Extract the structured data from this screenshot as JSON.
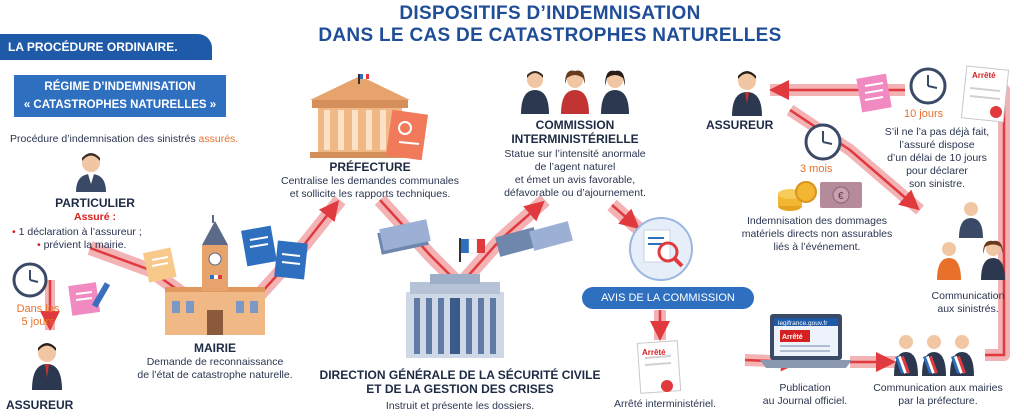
{
  "title_line1": "DISPOSITIFS D’INDEMNISATION",
  "title_line2": "DANS LE CAS DE CATASTROPHES NATURELLES",
  "tab_label": "LA PROCÉDURE ORDINAIRE.",
  "regime_line1": "RÉGIME D’INDEMNISATION",
  "regime_line2": "« CATASTROPHES NATURELLES »",
  "intro_prefix": "Procédure d’indemnisation des sinistrés ",
  "intro_highlight": "assurés.",
  "particulier": {
    "title": "PARTICULIER",
    "subtitle": "Assuré :",
    "items": [
      "1 déclaration à l’assureur ;",
      "prévient la mairie."
    ]
  },
  "delay_5": {
    "line1": "Dans les",
    "line2": "5 jours"
  },
  "assureur_bottom": "ASSUREUR",
  "prefecture": {
    "title": "PRÉFECTURE",
    "line1": "Centralise les demandes communales",
    "line2": "et sollicite les rapports techniques."
  },
  "commission": {
    "title1": "COMMISSION",
    "title2": "INTERMINISTÉRIELLE",
    "desc": [
      "Statue sur l’intensité anormale",
      "de l’agent naturel",
      "et émet un avis favorable,",
      "défavorable ou d’ajournement."
    ]
  },
  "mairie": {
    "title": "MAIRIE",
    "line1": "Demande de reconnaissance",
    "line2": "de l’état de catastrophe naturelle."
  },
  "dgscgc": {
    "title1": "DIRECTION GÉNÉRALE DE LA SÉCURITÉ CIVILE",
    "title2": "ET DE LA GESTION DES CRISES",
    "desc": "Instruit et présente les dossiers."
  },
  "avis_label": "AVIS DE LA COMMISSION",
  "arrete_caption": "Arrêté interministériel.",
  "publication": {
    "line1": "Publication",
    "line2": "au Journal officiel."
  },
  "communication_mairies": {
    "line1": "Communication aux mairies",
    "line2": "par la préfecture."
  },
  "communication_sinistres": {
    "line1": "Communication",
    "line2": "aux sinistrés."
  },
  "assureur_top": "ASSUREUR",
  "delay_10": "10 jours",
  "declaration_desc": [
    "S’il ne l’a pas déjà fait,",
    "l’assuré dispose",
    "d’un délai de 10 jours",
    "pour déclarer",
    "son sinistre."
  ],
  "delay_3": "3 mois",
  "indemnisation_desc": [
    "Indemnisation des dommages",
    "matériels directs non assurables",
    "liés à l’événement."
  ],
  "arrete_label": "Arrêté",
  "legifrance_label": "legifrance.gouv.fr",
  "colors": {
    "flow": "#e03a3e",
    "primary_blue": "#2f6fc0",
    "highlight_orange": "#e8702a",
    "title_blue": "#1f4d97"
  },
  "icons": [
    "person-icon",
    "clock-icon",
    "document-icon",
    "building-icon",
    "town-hall-icon",
    "coins-icon",
    "magnifier-icon",
    "laptop-icon",
    "flag-icon"
  ]
}
